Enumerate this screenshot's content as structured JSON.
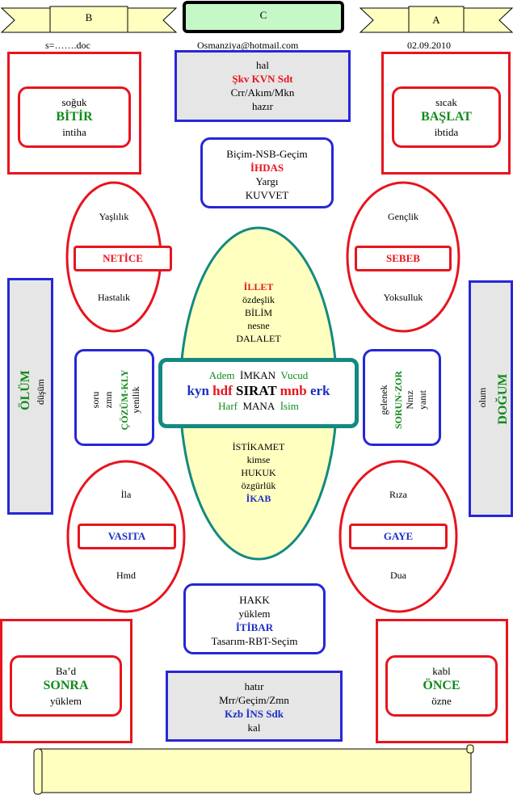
{
  "header": {
    "left_banner": "B",
    "center_box": "C",
    "right_banner": "A",
    "file_name": "s=…….doc",
    "email": "Osmanziya@hotmail.com",
    "date": "02.09.2010"
  },
  "corners": {
    "top_left": {
      "top": "soğuk",
      "main": "BİTİR",
      "bottom": "intiha"
    },
    "top_right": {
      "top": "sıcak",
      "main": "BAŞLAT",
      "bottom": "ibtida"
    },
    "bottom_left": {
      "top": "Ba’d",
      "main": "SONRA",
      "bottom": "yüklem"
    },
    "bottom_right": {
      "top": "kabl",
      "main": "ÖNCE",
      "bottom": "özne"
    }
  },
  "top_grey": {
    "line1": "hal",
    "line2": "Şkv KVN Sdt",
    "line3": "Crr/Akım/Mkn",
    "line4": "hazır"
  },
  "top_box": {
    "line1": "Biçim-NSB-Geçim",
    "line2": "İHDAS",
    "line3": "Yargı",
    "line4": "KUVVET"
  },
  "bottom_box": {
    "line1": "HAKK",
    "line2": "yüklem",
    "line3": "İTİBAR",
    "line4": "Tasarım-RBT-Seçim"
  },
  "bottom_grey": {
    "line1": "hatır",
    "line2": "Mrr/Geçim/Zmn",
    "line3": "Kzb İNS Sdk",
    "line4": "kal"
  },
  "ovals": {
    "top_left": {
      "top": "Yaşlılık",
      "label": "NETİCE",
      "bottom": "Hastalık"
    },
    "top_right": {
      "top": "Gençlik",
      "label": "SEBEB",
      "bottom": "Yoksulluk"
    },
    "bottom_left": {
      "top": "İla",
      "label": "VASITA",
      "bottom": "Hmd"
    },
    "bottom_right": {
      "top": "Rıza",
      "label": "GAYE",
      "bottom": "Dua"
    }
  },
  "center_oval": {
    "upper": [
      "İLLET",
      "özdeşlik",
      "BİLİM",
      "nesne",
      "DALALET"
    ],
    "lower": [
      "İSTİKAMET",
      "kimse",
      "HUKUK",
      "özgürlük",
      "İKAB"
    ]
  },
  "center_box": {
    "row1": [
      "Adem",
      "İMKAN",
      "Vucud"
    ],
    "row2": [
      "kyn",
      "hdf",
      "SIRAT",
      "mnb",
      "erk"
    ],
    "row3": [
      "Harf",
      "MANA",
      "İsim"
    ]
  },
  "side_left_box": {
    "col1": "soru",
    "col2": "zmn",
    "col3": "ÇÖZÜM-KLY",
    "col4": "yenilik"
  },
  "side_right_box": {
    "col1": "gelenek",
    "col2": "SORUN-ZOR",
    "col3": "Nmz",
    "col4": "yanıt"
  },
  "far_left": {
    "main": "ÖLÜM",
    "sub": "düşüm"
  },
  "far_right": {
    "sub": "olum",
    "main": "DOĞUM"
  }
}
